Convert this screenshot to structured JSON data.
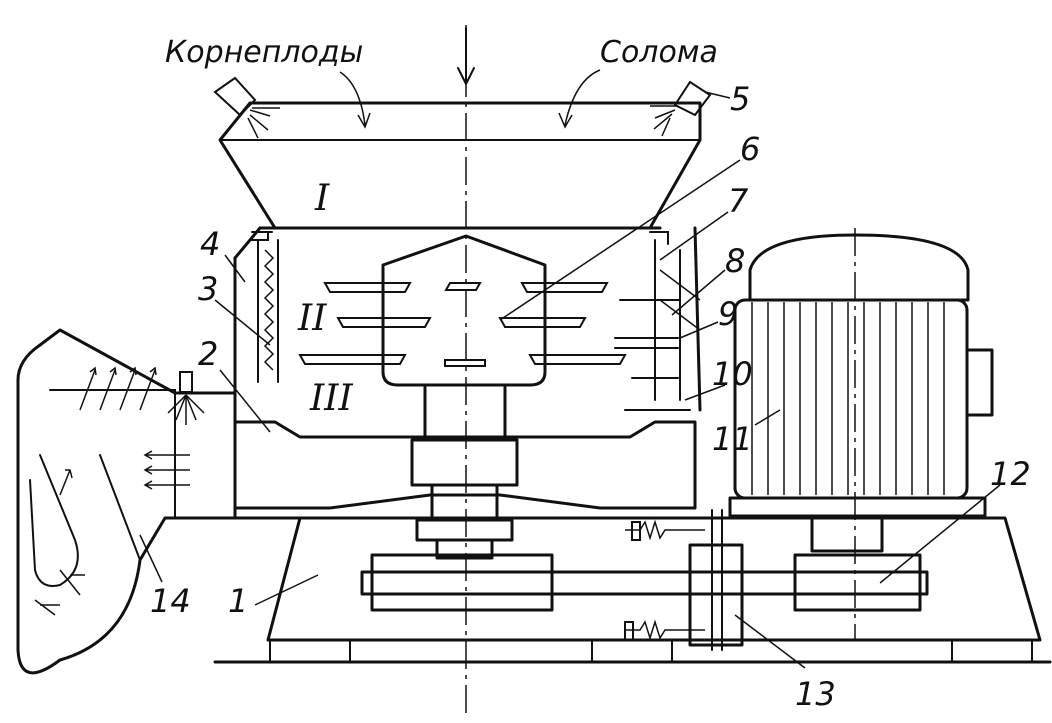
{
  "captions": {
    "left_input": "Корнеплоды",
    "right_input": "Солома"
  },
  "zones": [
    "I",
    "II",
    "III"
  ],
  "callouts": [
    "1",
    "2",
    "3",
    "4",
    "5",
    "6",
    "7",
    "8",
    "9",
    "10",
    "11",
    "12",
    "13",
    "14"
  ]
}
